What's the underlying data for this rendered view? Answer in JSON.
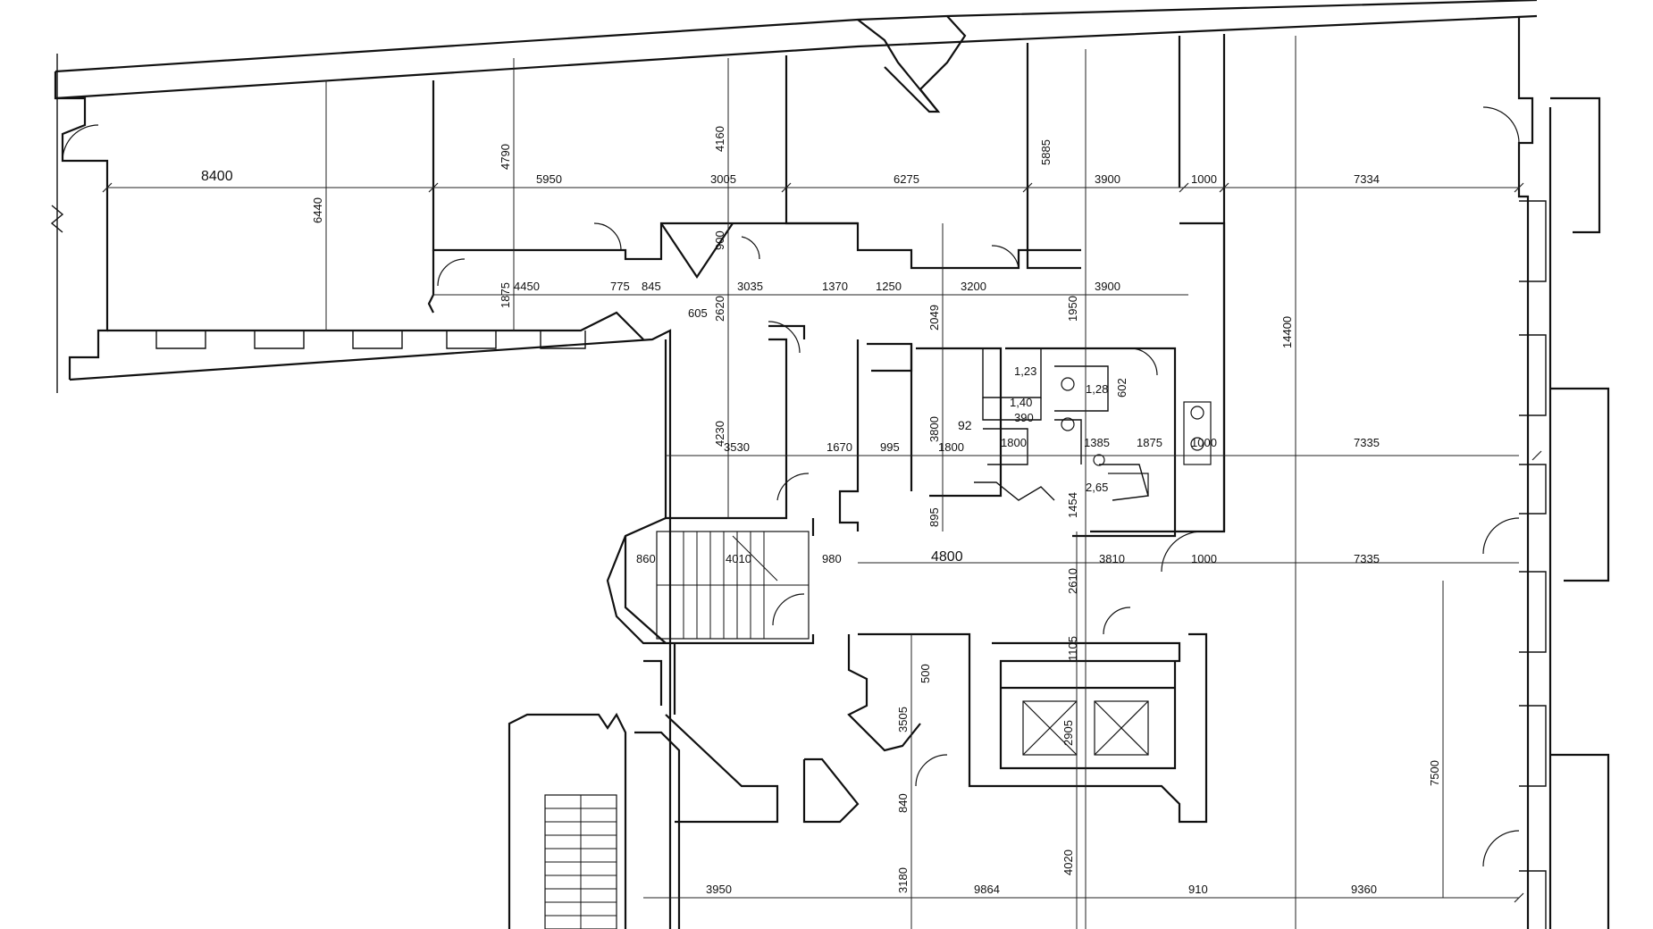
{
  "drawing": {
    "dimensions_top": [
      "8400",
      "6440",
      "4790",
      "5950",
      "4160",
      "3005",
      "6275",
      "5885",
      "3900",
      "1000",
      "7334"
    ],
    "dimensions_middle": [
      "1875",
      "4450",
      "775",
      "845",
      "900",
      "605",
      "2620",
      "3035",
      "1370",
      "1250",
      "2049",
      "3200",
      "1950",
      "3900",
      "14400"
    ],
    "dimensions_core": [
      "4230",
      "3530",
      "1670",
      "995",
      "3800",
      "1800",
      "1800",
      "1,23",
      "1,40",
      "390",
      "1,28",
      "602",
      "1385",
      "1875",
      "1000",
      "7335",
      "2,65",
      "1454",
      "895",
      "92"
    ],
    "dimensions_lower": [
      "860",
      "4010",
      "980",
      "4800",
      "3810",
      "2610",
      "1000",
      "7335",
      "500",
      "1105",
      "3505",
      "2905",
      "840",
      "7500"
    ],
    "dimensions_bottom": [
      "3950",
      "3180",
      "9864",
      "4020",
      "910",
      "9360"
    ]
  }
}
